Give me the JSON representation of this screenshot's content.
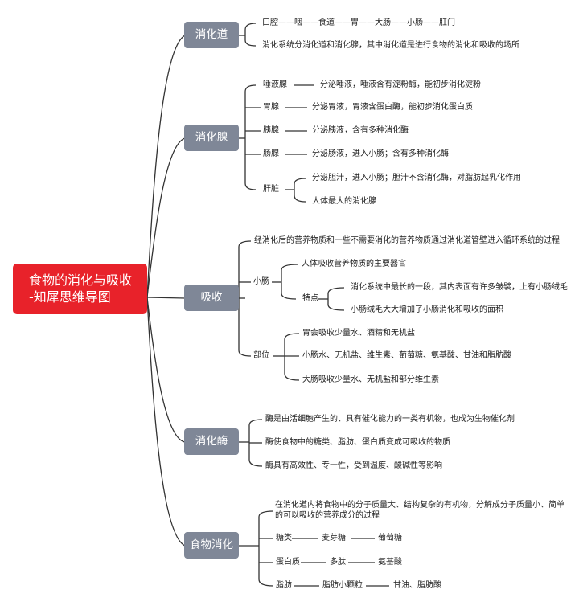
{
  "root": {
    "line1": "食物的消化与吸收",
    "line2": "-知犀思维导图"
  },
  "topics": {
    "digestive_tract": "消化道",
    "glands": "消化腺",
    "absorption": "吸收",
    "enzymes": "消化酶",
    "food_digestion": "食物消化"
  },
  "digestive_tract": {
    "path": "口腔——咽——食道——胃——大肠——小肠——肛门",
    "desc": "消化系统分消化道和消化腺，其中消化道是进行食物的消化和吸收的场所"
  },
  "glands": {
    "salivary": {
      "name": "唾液腺",
      "desc": "分泌唾液，唾液含有淀粉酶，能初步消化淀粉"
    },
    "gastric": {
      "name": "胃腺",
      "desc": "分泌胃液，胃液含蛋白酶，能初步消化蛋白质"
    },
    "pancreas": {
      "name": "胰腺",
      "desc": "分泌胰液，含有多种消化酶"
    },
    "intestinal": {
      "name": "肠腺",
      "desc": "分泌肠液，进入小肠；含有多种消化酶"
    },
    "liver": {
      "name": "肝脏",
      "desc1": "分泌胆汁，进入小肠；胆汁不含消化酶，对脂肪起乳化作用",
      "desc2": "人体最大的消化腺"
    }
  },
  "absorption": {
    "intro": "经消化后的营养物质和一些不需要消化的营养物质通过消化道管壁进入循环系统的过程",
    "small_intestine": {
      "name": "小肠",
      "main": "人体吸收营养物质的主要器官",
      "features_label": "特点",
      "feature1": "消化系统中最长的一段，其内表面有许多皱襞，上有小肠绒毛",
      "feature2": "小肠绒毛大大增加了小肠消化和吸收的面积"
    },
    "parts": {
      "name": "部位",
      "stomach": "胃会吸收少量水、酒精和无机盐",
      "small": "小肠水、无机盐、维生素、葡萄糖、氨基酸、甘油和脂肪酸",
      "large": "大肠吸收少量水、无机盐和部分维生素"
    }
  },
  "enzymes": {
    "e1": "酶是由活细胞产生的、具有催化能力的一类有机物，也成为生物催化剂",
    "e2": "酶使食物中的糖类、脂肪、蛋白质变成可吸收的物质",
    "e3": "酶具有高效性、专一性，受到温度、酸碱性等影响"
  },
  "food_digestion": {
    "definition": "在消化道内将食物中的分子质量大、结构复杂的有机物，分解成分子质量小、简单的可以吸收的营养成分的过程",
    "sugar": {
      "a": "糖类",
      "b": "麦芽糖",
      "c": "葡萄糖"
    },
    "protein": {
      "a": "蛋白质",
      "b": "多肽",
      "c": "氨基酸"
    },
    "fat": {
      "a": "脂肪",
      "b": "脂肪小颗粒",
      "c": "甘油、脂肪酸"
    }
  }
}
